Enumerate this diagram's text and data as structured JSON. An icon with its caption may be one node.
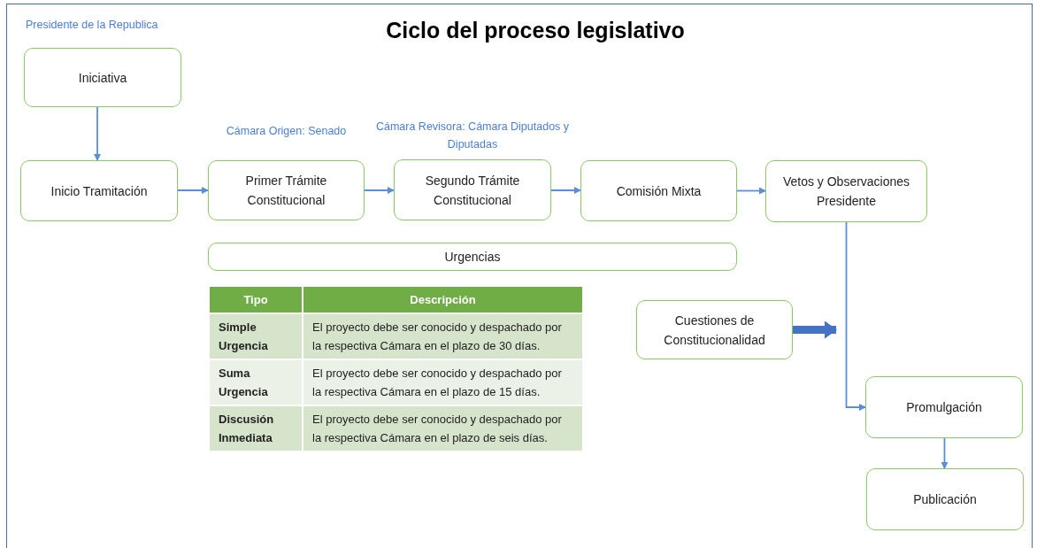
{
  "diagram": {
    "title": "Ciclo del proceso legislativo",
    "nodes": [
      {
        "text": [
          "Iniciativa"
        ],
        "beside": [
          "Presidente de la Republica"
        ]
      },
      {
        "text": [
          "Inicio Tramitación"
        ]
      },
      {
        "text": [
          "Primer Trámite Constitucional"
        ],
        "beside": [
          "Cámara Origen: Senado"
        ]
      },
      {
        "text": [
          "Segundo Trámite Constitucional"
        ],
        "beside": [
          "Cámara Revisora: Cámara Diputados y Diputadas"
        ]
      },
      {
        "text": [
          "Comisión Mixta"
        ]
      },
      {
        "text": [
          "Vetos y Observaciones Presidente"
        ]
      },
      {
        "text": [
          "Urgencias"
        ]
      },
      {
        "text": [
          "Cuestiones de Constitucionalidad"
        ]
      },
      {
        "text": [
          "Promulgación"
        ]
      },
      {
        "text": [
          "Publicación"
        ]
      }
    ],
    "edges": [
      {
        "from": 0,
        "to": 1,
        "arrow": "to"
      },
      {
        "from": 1,
        "to": 2,
        "arrow": "to"
      },
      {
        "from": 2,
        "to": 3,
        "arrow": "to"
      },
      {
        "from": 3,
        "to": 4,
        "arrow": "to"
      },
      {
        "from": 4,
        "to": 5,
        "arrow": "to"
      },
      {
        "from": 5,
        "to": 8,
        "arrow": "to"
      },
      {
        "from": 8,
        "to": 9,
        "arrow": "to"
      },
      {
        "from": 7,
        "to": null,
        "arrow": "to",
        "style": "thick",
        "color": "#4472c4"
      }
    ],
    "labels": [
      "Tipo",
      "Descripción",
      "Simple Urgencia",
      "El proyecto debe ser conocido y despachado por la respectiva Cámara en el plazo de 30 días.",
      "Suma Urgencia",
      "El proyecto debe ser conocido y despachado por la respectiva Cámara en el plazo de 15 días.",
      "Discusión Inmediata",
      "El proyecto debe ser conocido y despachado por la respectiva Cámara en el plazo de seis días."
    ]
  }
}
